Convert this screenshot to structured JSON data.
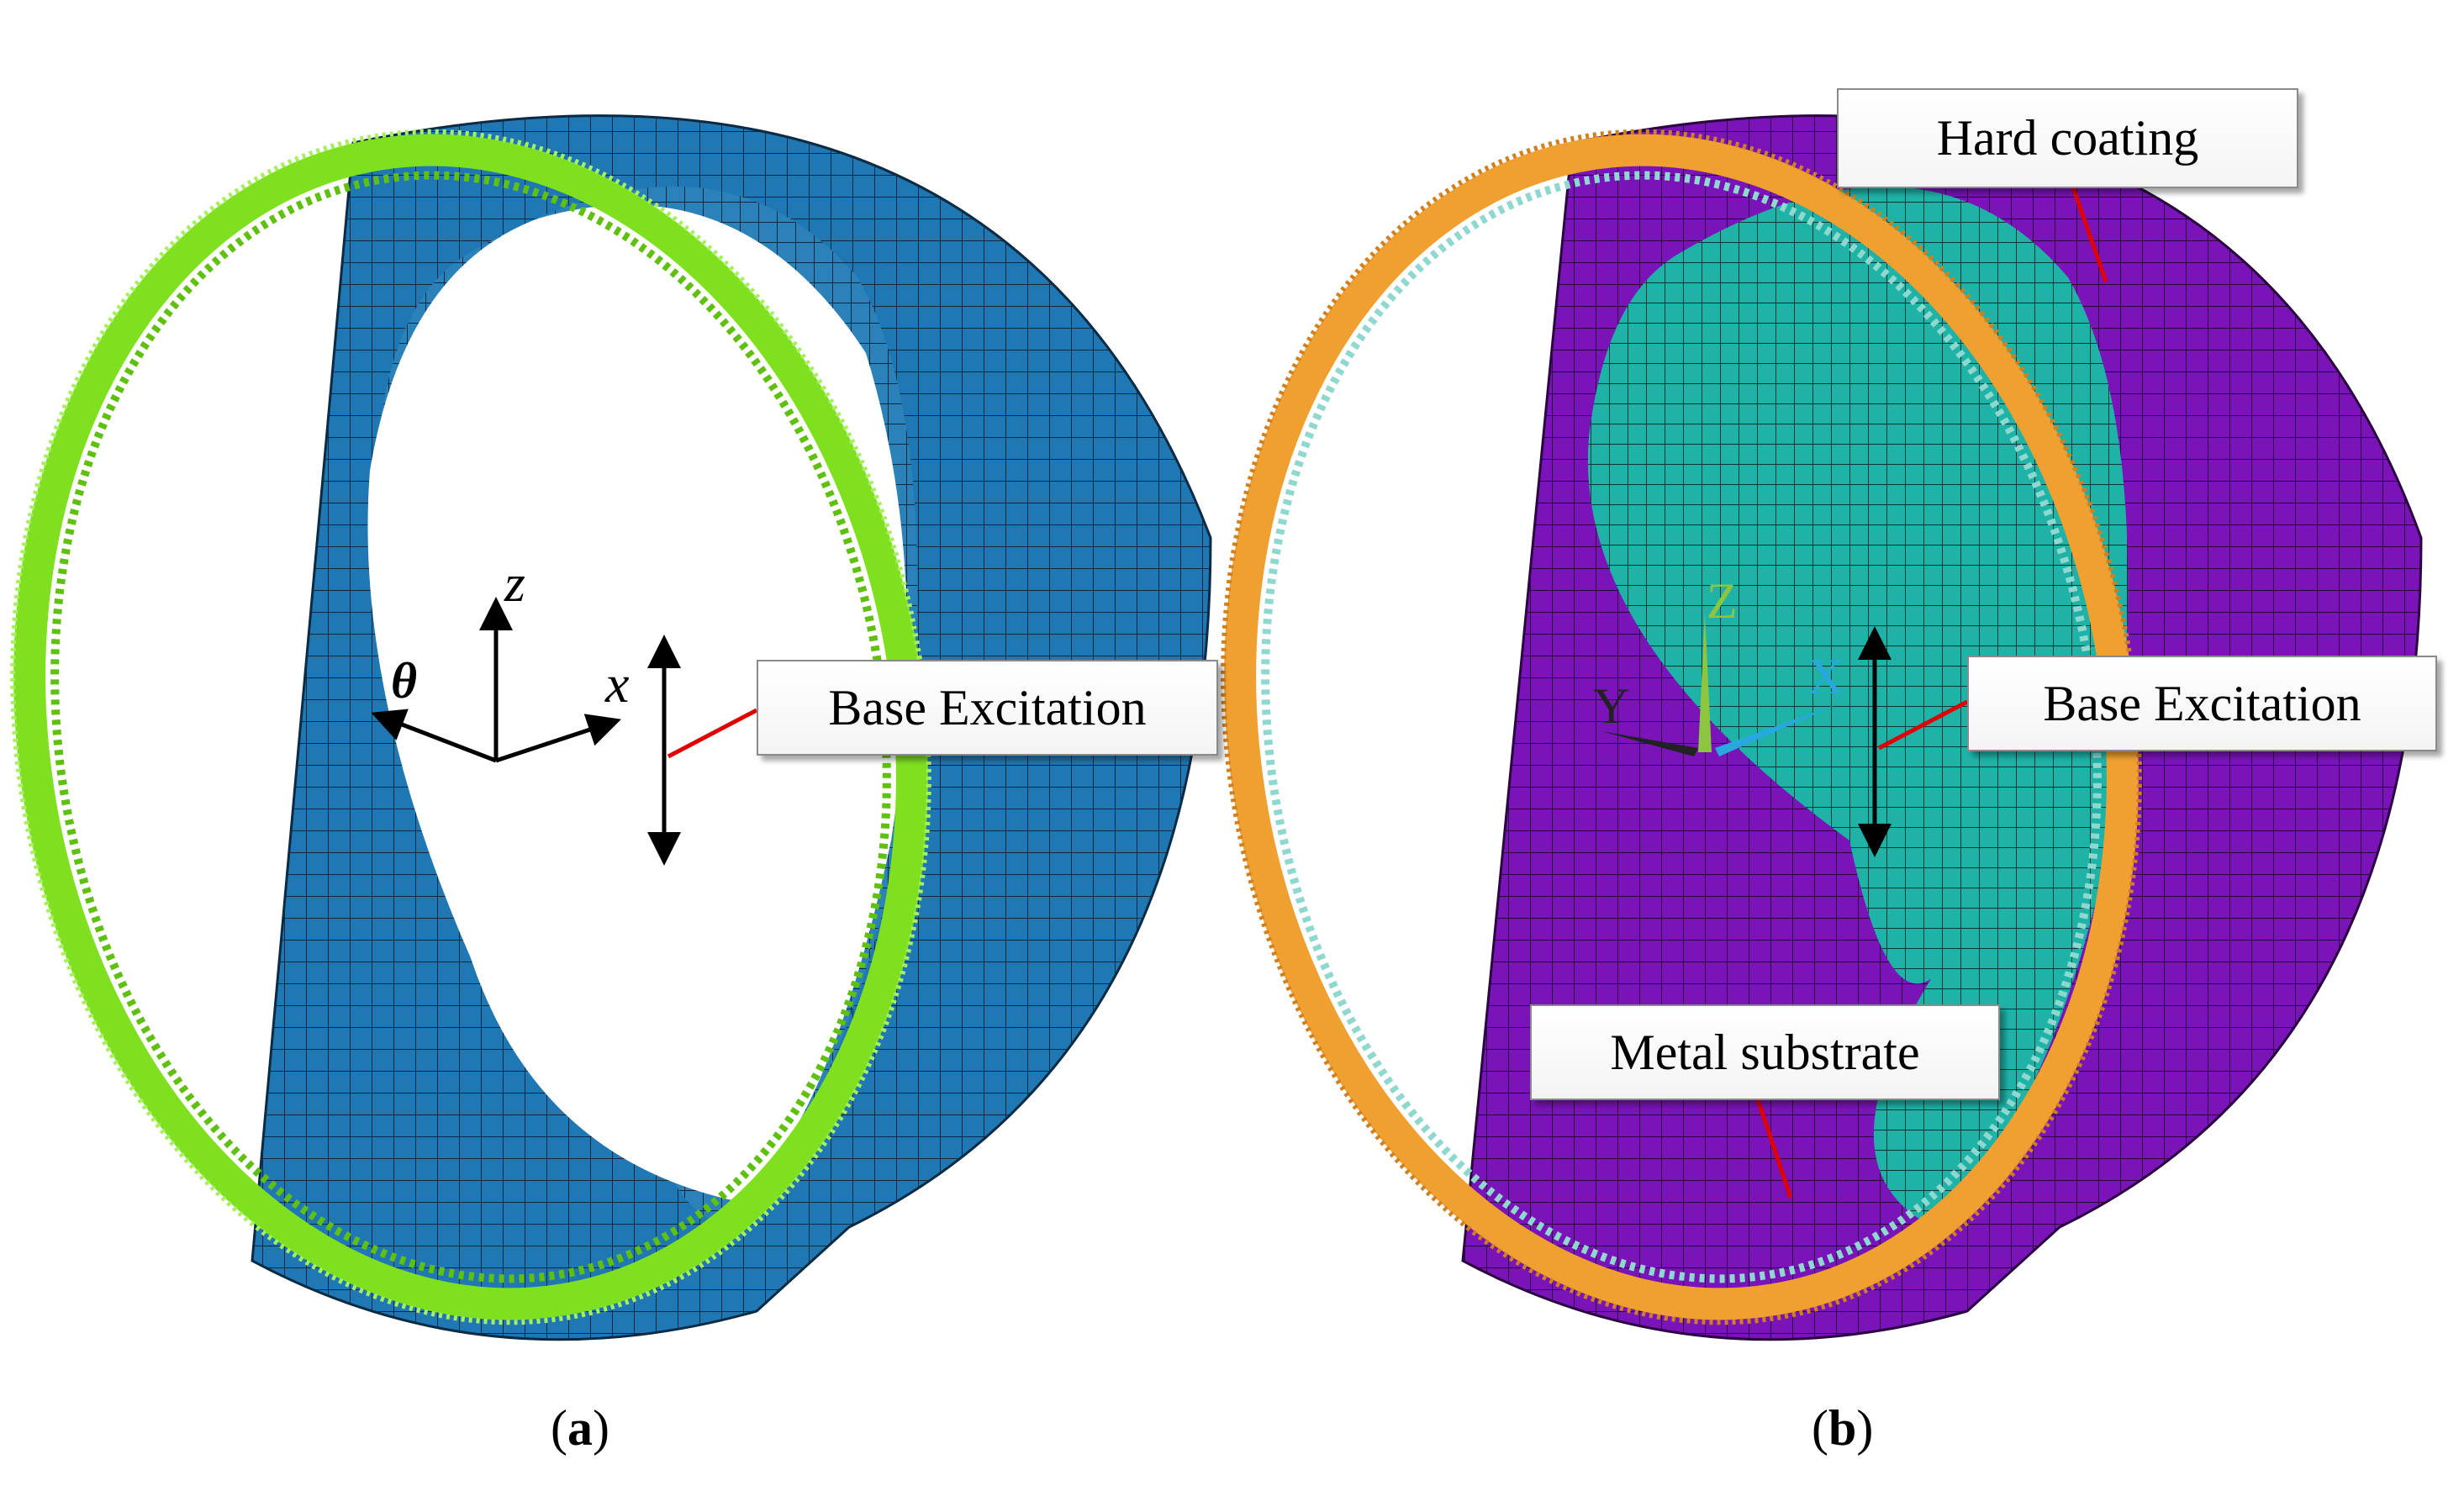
{
  "panel_a": {
    "label_letter": "a",
    "callout": "Base Excitation",
    "axes": {
      "z": "z",
      "x": "x",
      "theta": "θ"
    }
  },
  "panel_b": {
    "label_letter": "b",
    "callout_excitation": "Base Excitation",
    "callout_coating": "Hard coating",
    "callout_substrate": "Metal substrate",
    "axes": {
      "z": "Z",
      "x": "X",
      "y": "Y"
    }
  },
  "colors": {
    "shell_a": "#1f78b4",
    "rim_a": "#7fe020",
    "shell_b_outer": "#7a14b8",
    "shell_b_inner": "#1fb3a8",
    "rim_b": "#f0a030",
    "leader": "#e00000",
    "axis_z_b": "#8cc63f",
    "axis_x_b": "#29a8e0"
  }
}
